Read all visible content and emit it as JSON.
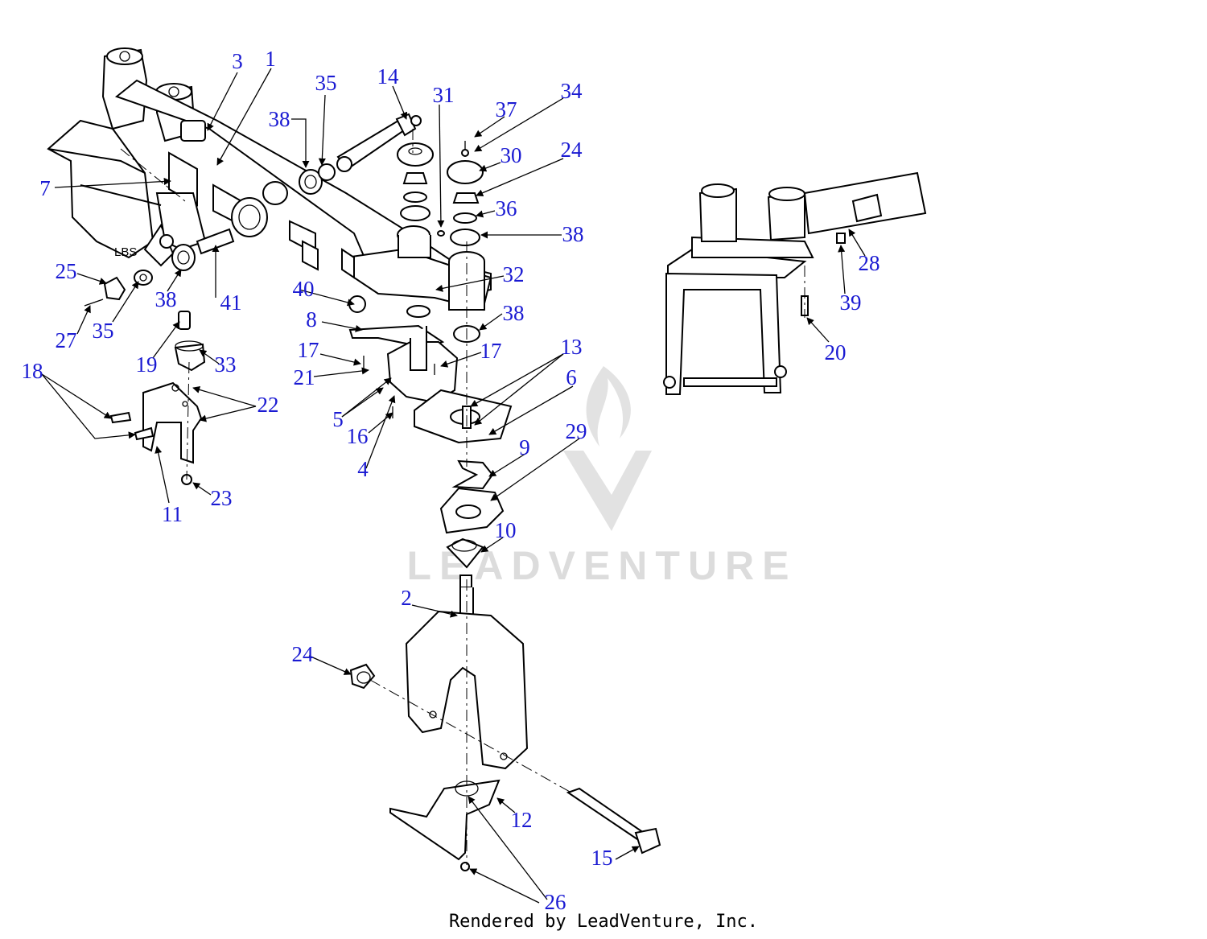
{
  "colors": {
    "callout": "#1a1ad2",
    "line": "#000000",
    "watermark": "#d7d7d7"
  },
  "stamp_text": "LBS",
  "watermark_text": "LEADVENTURE",
  "footer_text": "Rendered by LeadVenture, Inc.",
  "callouts": [
    "1",
    "2",
    "3",
    "4",
    "5",
    "6",
    "7",
    "8",
    "9",
    "10",
    "11",
    "12",
    "13",
    "14",
    "15",
    "16",
    "17",
    "17",
    "18",
    "19",
    "20",
    "21",
    "22",
    "23",
    "24",
    "24",
    "25",
    "26",
    "27",
    "28",
    "29",
    "30",
    "31",
    "32",
    "33",
    "34",
    "35",
    "35",
    "36",
    "37",
    "38",
    "38",
    "38",
    "38",
    "39",
    "40",
    "41"
  ]
}
